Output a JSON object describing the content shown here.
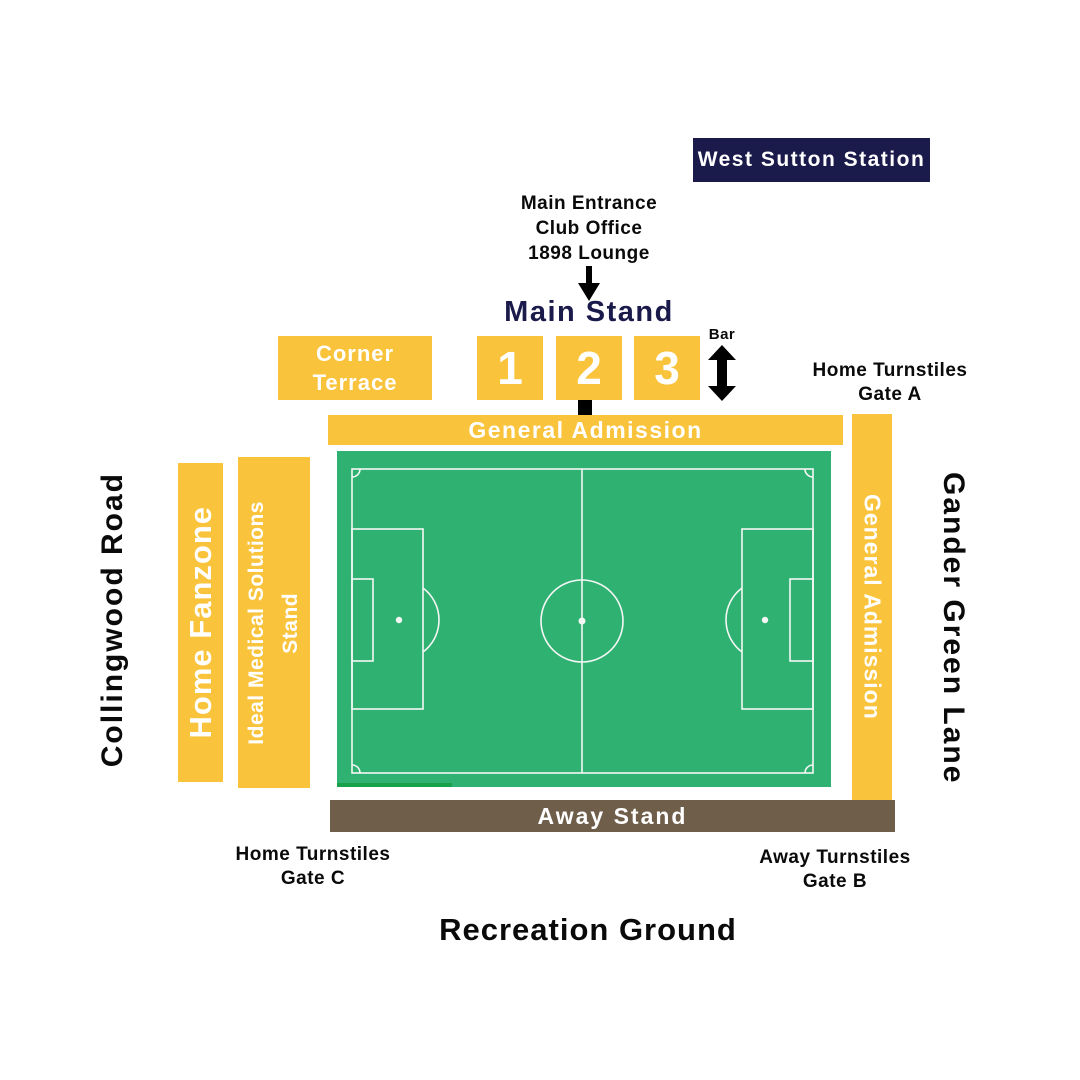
{
  "colors": {
    "navy": "#1A1A4B",
    "yellow": "#F9C33C",
    "brown": "#6F5F4A",
    "pitch_green": "#2FB172",
    "pitch_line": "#F4F7F4",
    "strip_green": "#17A14B",
    "ink": "#0A0A0A"
  },
  "station": {
    "label": "West Sutton Station"
  },
  "entrance": {
    "line1": "Main Entrance",
    "line2": "Club Office",
    "line3": "1898 Lounge"
  },
  "main_stand": {
    "title": "Main Stand",
    "blocks": [
      "1",
      "2",
      "3"
    ],
    "bar_label": "Bar"
  },
  "corner_terrace": {
    "line1": "Corner",
    "line2": "Terrace"
  },
  "turnstiles": {
    "gate_a": {
      "line1": "Home Turnstiles",
      "line2": "Gate A"
    },
    "gate_b": {
      "line1": "Away Turnstiles",
      "line2": "Gate B"
    },
    "gate_c": {
      "line1": "Home Turnstiles",
      "line2": "Gate C"
    }
  },
  "stands": {
    "general_admission_top": "General Admission",
    "general_admission_right": "General Admission",
    "home_fanzone": "Home Fanzone",
    "ideal_line1": "Ideal Medical Solutions",
    "ideal_line2": "Stand",
    "away": "Away Stand"
  },
  "surroundings": {
    "road_left": "Collingwood Road",
    "road_right": "Gander Green Lane",
    "ground_bottom": "Recreation Ground"
  }
}
